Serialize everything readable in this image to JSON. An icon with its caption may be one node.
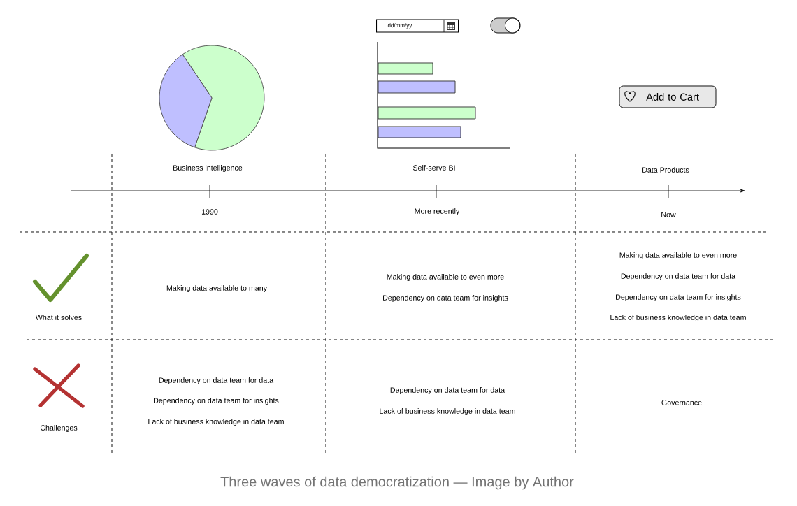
{
  "diagram": {
    "caption": "Three waves of data democratization — Image by Author",
    "nodes": [
      {
        "text": [
          "dd/mm/yy"
        ]
      },
      {
        "text": [
          "Add to Cart"
        ]
      }
    ],
    "edges": [],
    "labels": [
      "Business intelligence",
      "Self-serve BI",
      "Data Products",
      "1990",
      "More recently",
      "Now",
      "What it solves",
      "Making data available to many",
      "Making data available to even more",
      "Dependency on data team for insights",
      "Making data available to even more",
      "Dependency on data team for data",
      "Dependency on data team for insights",
      "Lack of business knowledge in data team",
      "Challenges",
      "Dependency on data team for data",
      "Dependency on data team for insights",
      "Lack of business knowledge in data team",
      "Dependency on data team for data",
      "Lack of business knowledge in data team",
      "Governance"
    ]
  }
}
